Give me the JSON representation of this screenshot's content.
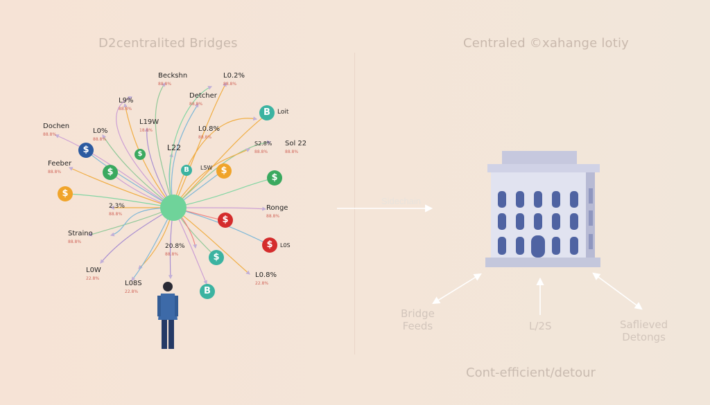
{
  "left_panel": {
    "title": "D2centralited Bridges",
    "labels": [
      {
        "text": "Beckshn",
        "sub": "88.8%"
      },
      {
        "text": "L0.2%",
        "sub": "88.8%"
      },
      {
        "text": "Detcher",
        "sub": "88.8%"
      },
      {
        "text": "L9%",
        "sub": "88.8%"
      },
      {
        "text": "L19W",
        "sub": "18.8%"
      },
      {
        "text": "Dochen",
        "sub": "88.8%"
      },
      {
        "text": "L0%",
        "sub": "88.8%"
      },
      {
        "text": "L0.8%",
        "sub": "88.8%"
      },
      {
        "text": "L22",
        "sub": ""
      },
      {
        "text": "Feeber",
        "sub": "88.8%"
      },
      {
        "text": "L5W",
        "sub": ""
      },
      {
        "text": "Sol 22",
        "sub": "88.8%"
      },
      {
        "text": "S2.8%",
        "sub": "88.8%"
      },
      {
        "text": "2.3%",
        "sub": "88.8%"
      },
      {
        "text": "Ronge",
        "sub": "88.8%"
      },
      {
        "text": "Straino",
        "sub": "88.8%"
      },
      {
        "text": "20.8%",
        "sub": "88.8%"
      },
      {
        "text": "L0W",
        "sub": "22.8%"
      },
      {
        "text": "L08S",
        "sub": "22.8%"
      },
      {
        "text": "L0.8%",
        "sub": "22.8%"
      },
      {
        "text": "Loit",
        "sub": ""
      },
      {
        "text": "L0S",
        "sub": ""
      }
    ],
    "coin_symbols": {
      "dollar": "$",
      "bitcoin": "B"
    }
  },
  "right_panel": {
    "title": "Centraled ©xahange lotiy",
    "sidechain_label": "Sidechain",
    "bridge_feeds": "Bridge\nFeeds",
    "l2s": "L/2S",
    "saflieved": "Saflieved\nDetongs",
    "footer": "Cont-efficient/detour"
  },
  "colors": {
    "teal": "#3bb3a1",
    "green": "#3aa95f",
    "orange": "#f0a42a",
    "navy": "#2b5aa0",
    "red": "#d42c2c",
    "hub": "#6fd39a",
    "building": "#c9cbe0",
    "window": "#4a5f9a"
  }
}
